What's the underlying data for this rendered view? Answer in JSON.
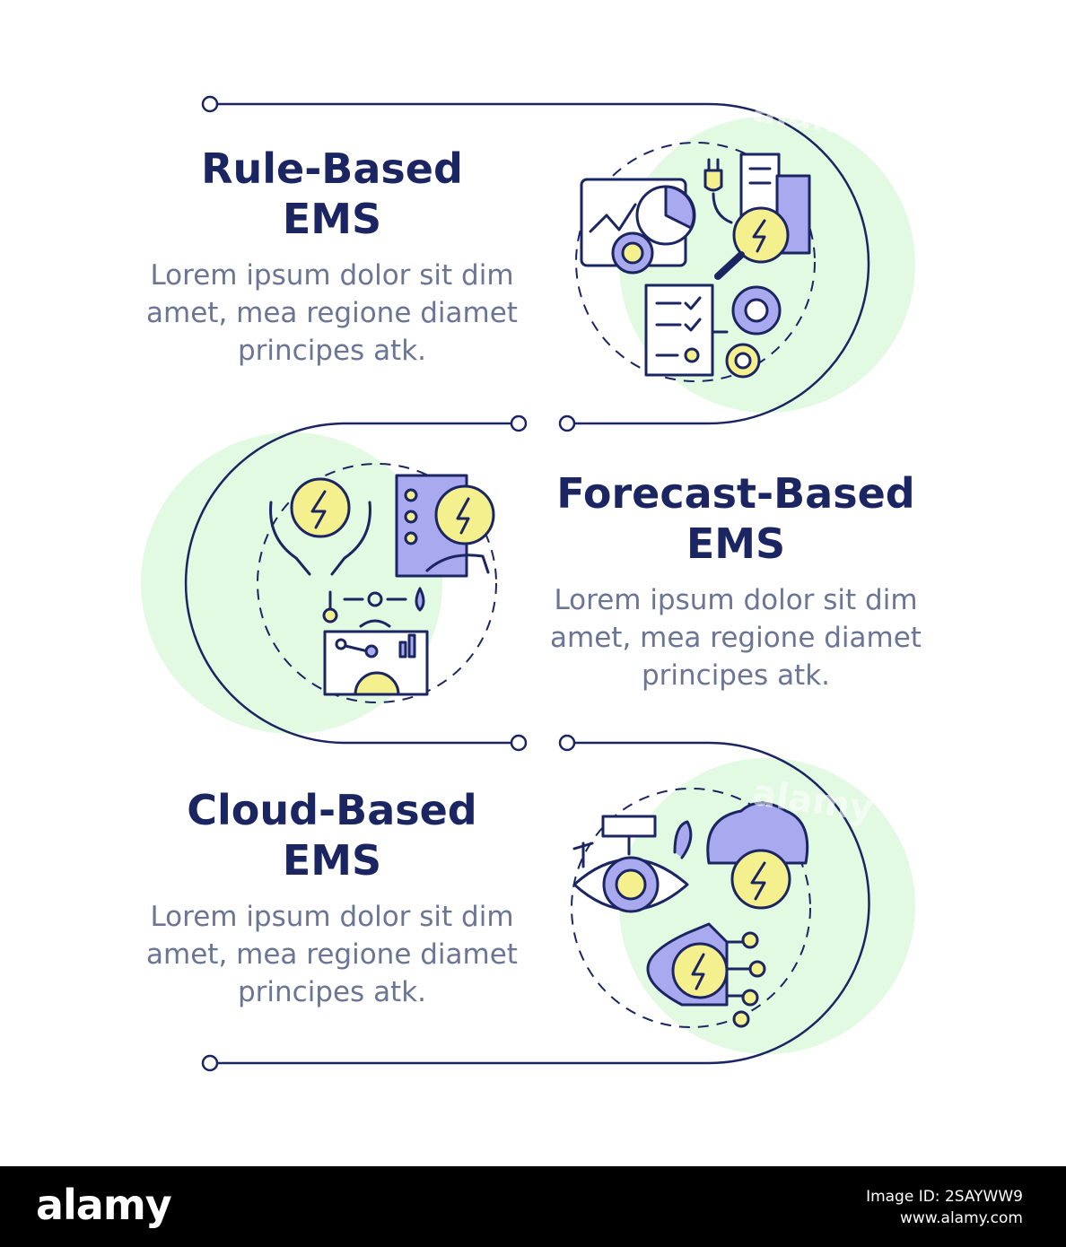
{
  "sections": [
    {
      "title_line1": "Rule-Based",
      "title_line2": "EMS",
      "desc_line1": "Lorem ipsum dolor sit dim",
      "desc_line2": "amet, mea regione diamet",
      "desc_line3": "principes atk."
    },
    {
      "title_line1": "Forecast-Based",
      "title_line2": "EMS",
      "desc_line1": "Lorem ipsum dolor sit dim",
      "desc_line2": "amet, mea regione diamet",
      "desc_line3": "principes atk."
    },
    {
      "title_line1": "Cloud-Based",
      "title_line2": "EMS",
      "desc_line1": "Lorem ipsum dolor sit dim",
      "desc_line2": "amet, mea regione diamet",
      "desc_line3": "principes atk."
    }
  ],
  "icons": [
    "rule-based-ems-icon",
    "forecast-based-ems-icon",
    "cloud-based-ems-icon"
  ],
  "colors": {
    "navy": "#1b2561",
    "text_gray": "#6b7594",
    "green_blob": "#e2f9e2",
    "yellow": "#f4f08e",
    "purple": "#a9a9ef"
  },
  "footer": {
    "logo": "alamy",
    "image_id": "Image ID: 2SAYWW9",
    "site": "www.alamy.com"
  },
  "watermark": "alamy"
}
